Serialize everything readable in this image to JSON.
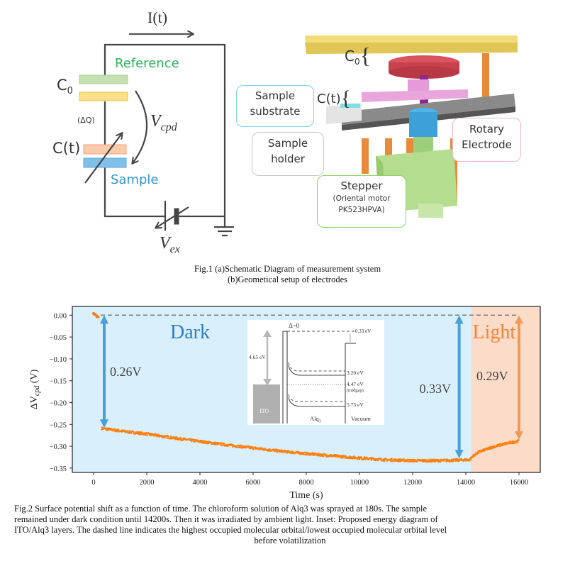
{
  "fig1": {
    "schematic": {
      "current_label": "I(t)",
      "reference_label": "Reference",
      "c0_label": "C",
      "c0_sub": "0",
      "delta_q_label": "(ΔQ)",
      "vcpd_label": "V",
      "vcpd_sub": "cpd",
      "ct_label": "C(t)",
      "sample_label": "Sample",
      "vex_label": "V",
      "vex_sub": "ex",
      "colors": {
        "reference": "#2db35d",
        "sample": "#2e96d6",
        "c0_top": "#c6e0b4",
        "c0_bottom": "#ffe08a",
        "ct_top": "#f8cbad",
        "ct_bottom": "#7fbfe8",
        "wire": "#444444"
      }
    },
    "setup": {
      "c0_label": "C",
      "c0_sub": "0",
      "ct_label": "C(t)",
      "callouts": {
        "sample_substrate": [
          "Sample",
          "substrate"
        ],
        "sample_holder": [
          "Sample",
          "holder"
        ],
        "rotary_electrode": [
          "Rotary",
          "Electrode"
        ],
        "stepper": [
          "Stepper",
          "(Oriental motor",
          "PK523HPVA)"
        ]
      }
    },
    "caption_line1": "Fig.1 (a)Schematic Diagram of measurement system",
    "caption_line2": "(b)Geometical setup of electrodes"
  },
  "chart_data": {
    "type": "scatter",
    "xlabel": "Time (s)",
    "ylabel": "ΔV_cpd (V)",
    "xlim": [
      -800,
      16800
    ],
    "ylim": [
      -0.36,
      0.02
    ],
    "xticks": [
      0,
      2000,
      4000,
      6000,
      8000,
      10000,
      12000,
      14000,
      16000
    ],
    "yticks": [
      0.0,
      -0.05,
      -0.1,
      -0.15,
      -0.2,
      -0.25,
      -0.3,
      -0.35
    ],
    "xtick_labels": [
      "0",
      "2000",
      "4000",
      "6000",
      "8000",
      "10000",
      "12000",
      "14000",
      "16000"
    ],
    "ytick_labels": [
      "0.00",
      "−0.05",
      "−0.10",
      "−0.15",
      "−0.20",
      "−0.25",
      "−0.30",
      "−0.35"
    ],
    "regions": [
      {
        "name": "Dark",
        "x_start": -800,
        "x_end": 14200,
        "color": "#d9effc",
        "label_color": "#2e7fc1"
      },
      {
        "name": "Light",
        "x_start": 14200,
        "x_end": 16800,
        "color": "#fbdcc9",
        "label_color": "#f0843a"
      }
    ],
    "reference_line": {
      "y": 0.0,
      "x_start": 0,
      "x_end": 16000,
      "style": "dashed",
      "color": "#808080"
    },
    "series": [
      {
        "name": "ΔVcpd",
        "color": "#ff7f0e",
        "points_initial": [
          [
            0,
            0.004
          ],
          [
            60,
            0.002
          ],
          [
            120,
            -0.003
          ],
          [
            170,
            -0.004
          ]
        ],
        "trend": [
          [
            300,
            -0.259
          ],
          [
            1000,
            -0.265
          ],
          [
            2000,
            -0.272
          ],
          [
            3000,
            -0.281
          ],
          [
            4000,
            -0.289
          ],
          [
            5000,
            -0.297
          ],
          [
            6000,
            -0.304
          ],
          [
            7000,
            -0.311
          ],
          [
            8000,
            -0.317
          ],
          [
            9000,
            -0.322
          ],
          [
            10000,
            -0.327
          ],
          [
            11000,
            -0.331
          ],
          [
            12000,
            -0.333
          ],
          [
            13000,
            -0.333
          ],
          [
            14150,
            -0.331
          ],
          [
            14250,
            -0.323
          ],
          [
            14500,
            -0.313
          ],
          [
            15000,
            -0.302
          ],
          [
            15500,
            -0.294
          ],
          [
            16000,
            -0.288
          ]
        ]
      }
    ],
    "annotations": [
      {
        "text": "0.26V",
        "arrow_x": 400,
        "y_from": 0.0,
        "y_to": -0.258,
        "color": "#4a9fd8"
      },
      {
        "text": "0.33V",
        "arrow_x": 13750,
        "y_from": 0.0,
        "y_to": -0.328,
        "color": "#4a9fd8"
      },
      {
        "text": "0.29V",
        "arrow_x": 16000,
        "y_from": 0.0,
        "y_to": -0.285,
        "color": "#f09a5a"
      }
    ],
    "inset": {
      "title": "Proposed energy diagram of ITO/Alq3 layers",
      "labels": {
        "delta": "Δ~0",
        "vac_offset": "−0.33 eV",
        "work_function": "4.65 eV",
        "lumo": "3.20 eV",
        "midgap": "4.47 eV",
        "midgap_note": "(midgap)",
        "homo": "5.73 eV",
        "ito": "ITO",
        "alq": "Alq",
        "alq_sub": "3",
        "vacuum": "Vacuum"
      }
    }
  },
  "fig2": {
    "caption_lines": [
      "Fig.2 Surface potential shift as a function of time. The chloroform solution of Alq3 was sprayed at 180s. The sample",
      "remained under dark condition until 14200s. Then it was irradiated by ambient light. Inset: Proposed energy diagram of",
      "ITO/Alq3 layers. The dashed line indicates the highest occupied molecular orbital/lowest occupied molecular orbital level",
      "before volatilization"
    ]
  }
}
